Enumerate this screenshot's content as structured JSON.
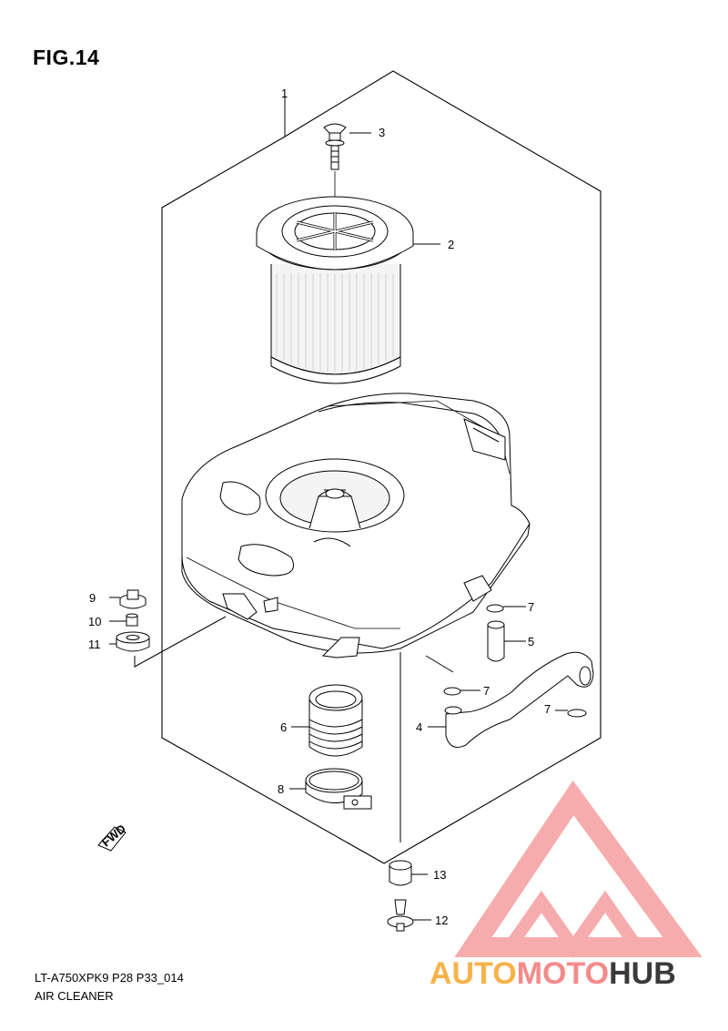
{
  "figure": {
    "title": "FIG.14"
  },
  "footer": {
    "code": "LT-A750XPK9 P28 P33_014",
    "name": "AIR CLEANER"
  },
  "fwd_label": "FWD",
  "callouts": [
    "1",
    "2",
    "3",
    "4",
    "5",
    "6",
    "7",
    "8",
    "9",
    "10",
    "11",
    "12",
    "13"
  ],
  "watermark": {
    "part1": "AUTO",
    "part2": "MOTO",
    "part3": "HUB"
  },
  "colors": {
    "watermark_orange": "#f7b24a",
    "watermark_pink": "#f48a8a",
    "watermark_dark": "#3a3a3a"
  }
}
